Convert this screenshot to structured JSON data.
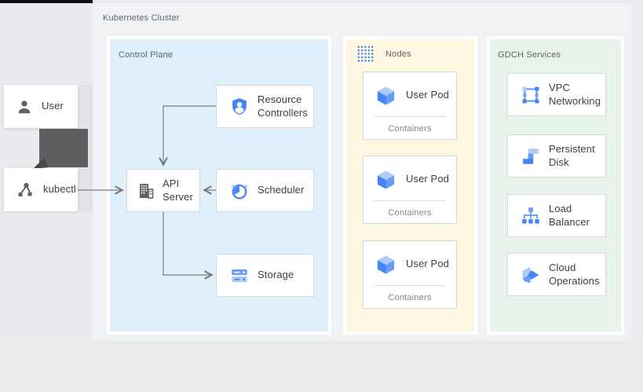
{
  "cluster": {
    "label": "Kubernetes Cluster"
  },
  "actors": {
    "user": {
      "label": "User",
      "icon": "person-icon"
    },
    "kubectl": {
      "label": "kubectl",
      "icon": "kubectl-graph-icon"
    }
  },
  "control_plane": {
    "label": "Control Plane",
    "boxes": [
      {
        "label": "Resource Controllers",
        "icon": "shield-person-icon"
      },
      {
        "label": "API Server",
        "icon": "building-grid-icon"
      },
      {
        "label": "Scheduler",
        "icon": "alarm-clock-icon"
      },
      {
        "label": "Storage",
        "icon": "server-stack-icon"
      }
    ]
  },
  "nodes_panel": {
    "label": "Nodes",
    "icon": "dot-grid-icon",
    "pods": [
      {
        "label": "User Pod",
        "sublabel": "Containers",
        "icon": "pod-cube-icon"
      },
      {
        "label": "User Pod",
        "sublabel": "Containers",
        "icon": "pod-cube-icon"
      },
      {
        "label": "User Pod",
        "sublabel": "Containers",
        "icon": "pod-cube-icon"
      }
    ]
  },
  "gdch": {
    "label": "GDCH Services",
    "boxes": [
      {
        "label": "VPC Networking",
        "icon": "vpc-network-icon"
      },
      {
        "label": "Persistent Disk",
        "icon": "persistent-disk-icon"
      },
      {
        "label": "Load Balancer",
        "icon": "load-balancer-icon"
      },
      {
        "label": "Cloud Operations",
        "icon": "cloud-operations-icon"
      }
    ]
  },
  "colors": {
    "accent_blue": "#4285f4",
    "accent_blue_mid": "#669df6",
    "accent_blue_light": "#aecbfa",
    "zone_blue": "#e0f0fb",
    "zone_cream": "#fdf7e2",
    "zone_green": "#e6f2ea",
    "cluster_bg": "#f0f2f4",
    "page_bg": "#e8eaed",
    "text_dark": "#3c4043",
    "text_gray": "#5f6368",
    "arrow_gray": "#8a8f94",
    "block_arrow": "#5e5f61"
  }
}
